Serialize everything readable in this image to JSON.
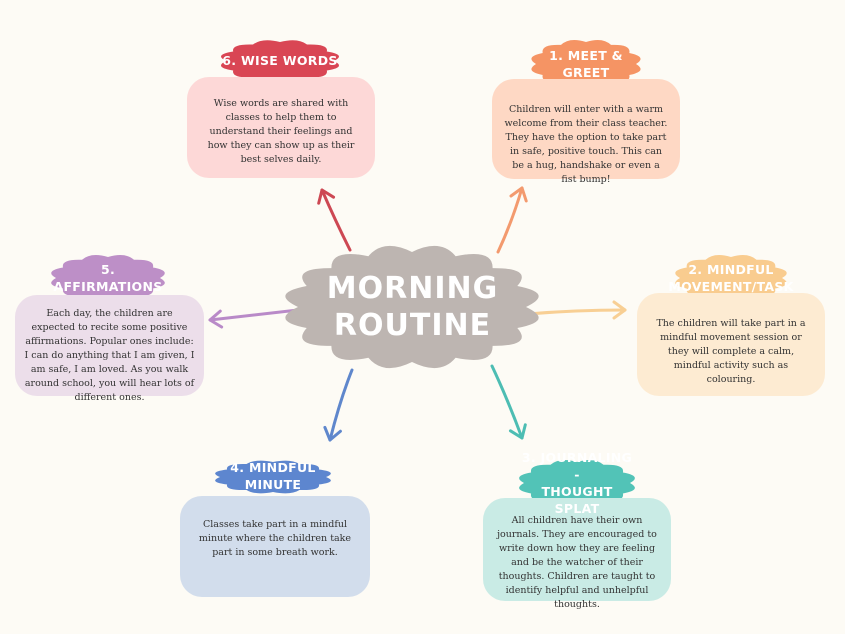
{
  "center": {
    "title": "MORNING\nROUTINE",
    "color": "#bdb5b1"
  },
  "nodes": [
    {
      "id": "meet-greet",
      "title": "1.    MEET &\nGREET",
      "text": "Children will enter with a warm welcome from their class teacher. They have the option to take part in safe, positive touch. This can be a hug, handshake or even a fist bump!",
      "title_color": "#f59464",
      "card_color": "#fed8c4",
      "arrow_color": "#f39a6e"
    },
    {
      "id": "mindful-movement",
      "title": "2. MINDFUL\nMOVEMENT/TASK",
      "text": "The children will take part in a mindful movement session or they will complete a calm, mindful activity such as colouring.",
      "title_color": "#f9cc8f",
      "card_color": "#fdebd2",
      "arrow_color": "#f8cf94"
    },
    {
      "id": "journaling",
      "title": "3. JOURNALING -\nTHOUGHT SPLAT",
      "text": "All children have their own journals. They are encouraged to write down how they are feeling and be the watcher of their thoughts. Children are taught to identify helpful and unhelpful thoughts.",
      "title_color": "#52c3b7",
      "card_color": "#c9ebe5",
      "arrow_color": "#4dbdb3"
    },
    {
      "id": "mindful-minute",
      "title": "4. MINDFUL MINUTE",
      "text": "Classes take part in a mindful minute where the children take part in some breath work.",
      "title_color": "#5d86cf",
      "card_color": "#d2ddec",
      "arrow_color": "#5f87cc"
    },
    {
      "id": "affirmations",
      "title": "5.\nAFFIRMATIONS",
      "text": "Each day, the children are expected to recite some positive affirmations. Popular ones include: I can do anything that I am given, I am safe, I am loved. As you walk around school, you will hear lots of different ones.",
      "title_color": "#bd8fc7",
      "card_color": "#ecdeea",
      "arrow_color": "#b98ac8"
    },
    {
      "id": "wise-words",
      "title": "6. WISE WORDS",
      "text": "Wise words are shared with classes to help them to understand their feelings and how they can show up as their best selves daily.",
      "title_color": "#d94654",
      "card_color": "#fdd8d7",
      "arrow_color": "#cd4853"
    }
  ]
}
